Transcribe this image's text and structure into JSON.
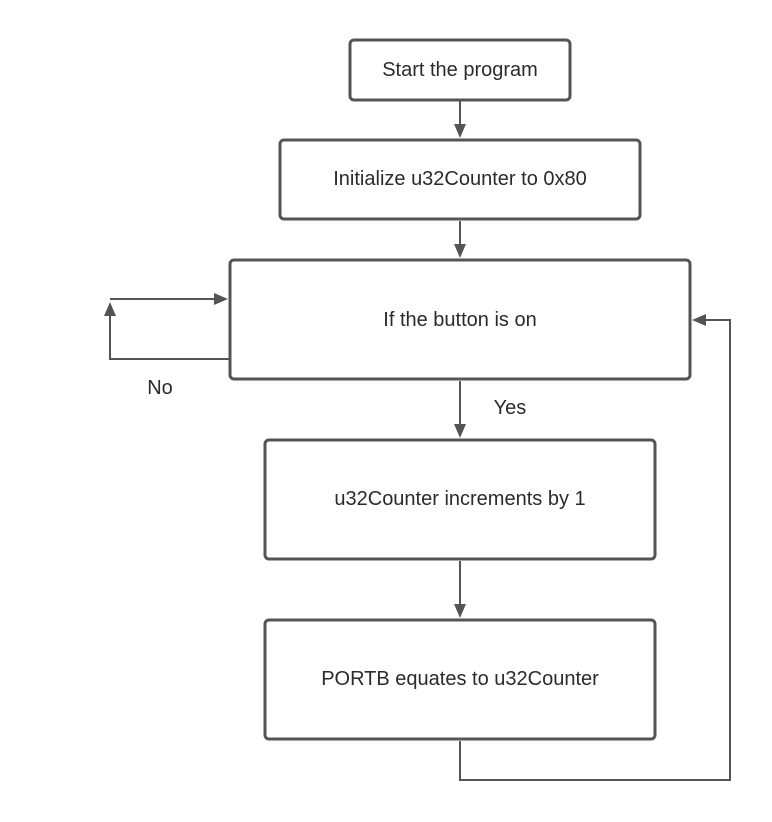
{
  "flowchart": {
    "nodes": {
      "start": "Start the program",
      "init": "Initialize u32Counter to 0x80",
      "condition": "If the button is on",
      "increment": "u32Counter increments by 1",
      "assign": "PORTB equates to u32Counter"
    },
    "edge_labels": {
      "no": "No",
      "yes": "Yes"
    }
  }
}
